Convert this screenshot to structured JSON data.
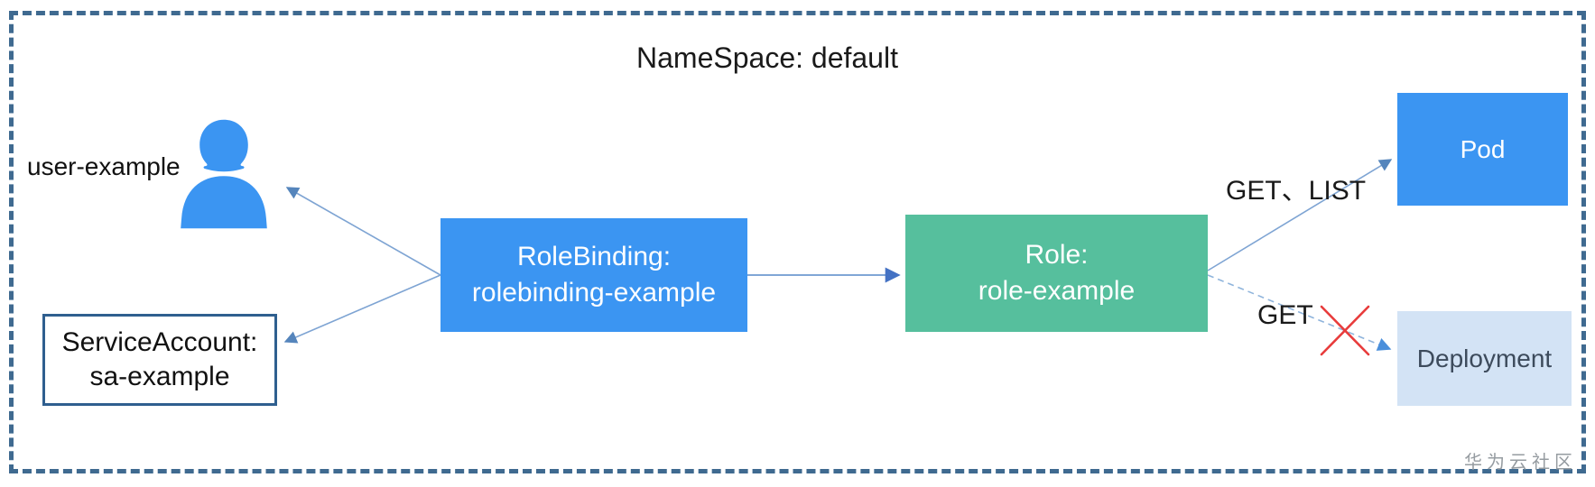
{
  "namespace_label": "NameSpace: default",
  "nodes": {
    "user": {
      "label": "user-example",
      "icon": "person-icon"
    },
    "service_account": {
      "line1": "ServiceAccount:",
      "line2": "sa-example"
    },
    "rolebinding": {
      "line1": "RoleBinding:",
      "line2": "rolebinding-example"
    },
    "role": {
      "line1": "Role:",
      "line2": "role-example"
    },
    "pod": {
      "label": "Pod"
    },
    "deployment": {
      "label": "Deployment"
    }
  },
  "edges": {
    "rolebinding_to_user": {
      "from": "rolebinding",
      "to": "user",
      "style": "solid",
      "label": ""
    },
    "rolebinding_to_service_account": {
      "from": "rolebinding",
      "to": "service_account",
      "style": "solid",
      "label": ""
    },
    "rolebinding_to_role": {
      "from": "rolebinding",
      "to": "role",
      "style": "solid",
      "label": ""
    },
    "role_to_pod": {
      "from": "role",
      "to": "pod",
      "style": "solid",
      "allowed": true,
      "label": "GET、LIST"
    },
    "role_to_deployment": {
      "from": "role",
      "to": "deployment",
      "style": "dashed",
      "allowed": false,
      "label": "GET",
      "denied_marker": "red-cross"
    }
  },
  "watermark": "华为云社区",
  "colors": {
    "boundary_dash": "#3F6A90",
    "node_blue": "#3B95F2",
    "node_green": "#56BF9D",
    "node_light_blue": "#D3E3F5",
    "deployment_text": "#3D4B5C",
    "service_account_border": "#2F5F8F",
    "connector_line": "#7EA4D3",
    "arrowhead_steel": "#5585BC",
    "arrowhead_royal": "#4472C4",
    "arrowhead_bright": "#4A8FDB",
    "denied_cross": "#E83C3C",
    "text_black": "#1a1a1a",
    "watermark_gray": "#969CA1"
  }
}
